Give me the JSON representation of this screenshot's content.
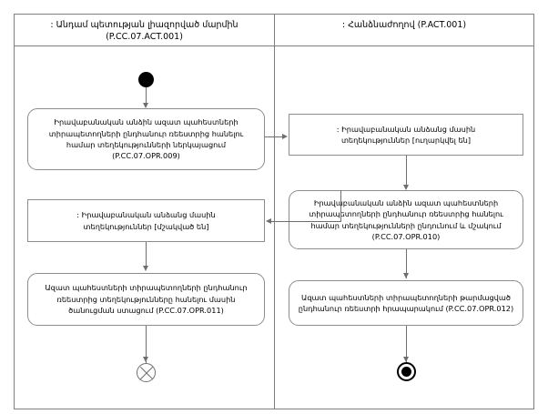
{
  "diagram": {
    "type": "uml-activity-diagram",
    "partitions": [
      {
        "id": "left",
        "header_line1": ": Անդամ պետության լիազորված մարմին",
        "header_line2": "(P.CC.07.ACT.001)"
      },
      {
        "id": "right",
        "header_line1": ": Հանձնաժողով (P.ACT.001)",
        "header_line2": ""
      }
    ],
    "nodes": {
      "left_start": {
        "kind": "initial-node"
      },
      "left_action_1": {
        "kind": "action",
        "line1": "Իրավաբանական անձին ազատ պահեստների",
        "line2": "տիրապետողների ընդհանուր ռեեստրից հանելու",
        "line3": "համար տեղեկությունների ներկայացում",
        "line4": "(P.CC.07.OPR.009)"
      },
      "left_object_1": {
        "kind": "object",
        "line1": ": Իրավաբանական անձանց մասին",
        "line2": "տեղեկություններ [մշակված են]"
      },
      "left_action_2": {
        "kind": "action",
        "line1": "Ազատ պահեստների տիրապետողների ընդհանուր",
        "line2": "ռեեստրից տեղեկությունները հանելու մասին",
        "line3": "ծանուցման ստացում (P.CC.07.OPR.011)"
      },
      "left_end": {
        "kind": "flow-final-node"
      },
      "right_object_1": {
        "kind": "object",
        "line1": ": Իրավաբանական անձանց մասին",
        "line2": "տեղեկություններ [ուղարկվել են]"
      },
      "right_action_1": {
        "kind": "action",
        "line1": "Իրավաբանական անձին ազատ պահեստների",
        "line2": "տիրապետողների ընդհանուր ռեեստրից հանելու",
        "line3": "համար տեղեկությունների ընդունում և մշակում",
        "line4": "(P.CC.07.OPR.010)"
      },
      "right_action_2": {
        "kind": "action",
        "line1": "Ազատ պահեստների տիրապետողների թարմացված",
        "line2": "ընդհանուր ռեեստրի հրապարակում (P.CC.07.OPR.012)"
      },
      "right_end": {
        "kind": "activity-final-node"
      }
    },
    "colors": {
      "frame_border": "#808080",
      "node_border": "#8c8c8c",
      "edge": "#6e6e6e",
      "node_fill": "#ffffff",
      "control_node_fill": "#000000",
      "background": "#ffffff"
    }
  }
}
